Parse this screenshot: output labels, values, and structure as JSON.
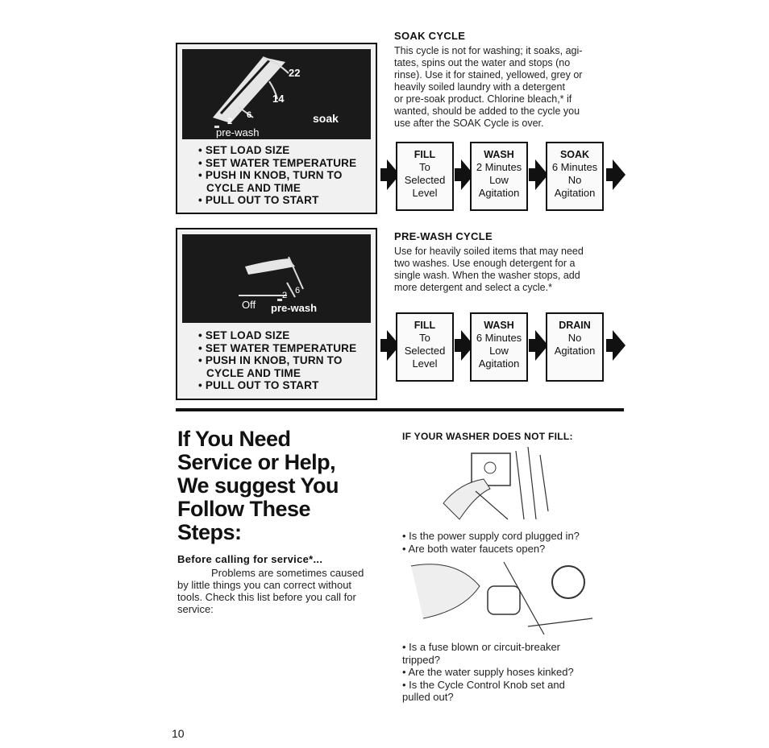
{
  "panel1": {
    "dial_numbers": [
      "22",
      "14",
      "6",
      "2"
    ],
    "dial_labels": [
      "pre-wash",
      "soak"
    ],
    "steps": [
      "• SET LOAD SIZE",
      "• SET WATER TEMPERATURE",
      "• PUSH IN KNOB, TURN TO",
      "CYCLE AND TIME",
      "• PULL OUT TO START"
    ]
  },
  "panel2": {
    "dial_numbers": [
      "6",
      "2"
    ],
    "dial_labels": [
      "Off",
      "pre-wash"
    ],
    "steps": [
      "• SET LOAD SIZE",
      "• SET WATER TEMPERATURE",
      "• PUSH IN KNOB, TURN TO",
      "CYCLE AND TIME",
      "• PULL OUT TO START"
    ]
  },
  "soak": {
    "title": "SOAK CYCLE",
    "lines": [
      "This cycle is not for washing; it soaks, agi-",
      "tates, spins out the water and stops (no",
      "rinse). Use it for stained, yellowed, grey or",
      "heavily soiled laundry with a detergent",
      "or pre-soak product. Chlorine bleach,* if",
      "wanted, should be added to the cycle you",
      "use after the SOAK Cycle is over."
    ],
    "boxes": [
      {
        "title": "FILL",
        "lines": [
          "To",
          "Selected",
          "Level"
        ]
      },
      {
        "title": "WASH",
        "lines": [
          "2 Minutes",
          "Low",
          "Agitation"
        ]
      },
      {
        "title": "SOAK",
        "lines": [
          "6 Minutes",
          "No",
          "Agitation"
        ]
      }
    ]
  },
  "prewash": {
    "title": "PRE-WASH CYCLE",
    "lines": [
      "Use for heavily soiled items that may need",
      "two washes. Use enough detergent for a",
      "single wash. When the washer stops, add",
      "more detergent and select a cycle.*"
    ],
    "boxes": [
      {
        "title": "FILL",
        "lines": [
          "To",
          "Selected",
          "Level"
        ]
      },
      {
        "title": "WASH",
        "lines": [
          "6 Minutes",
          "Low",
          "Agitation"
        ]
      },
      {
        "title": "DRAIN",
        "lines": [
          "No",
          "Agitation"
        ]
      }
    ]
  },
  "service": {
    "title_lines": [
      "If You Need",
      "Service or Help,",
      "We suggest You",
      "Follow These",
      "Steps:"
    ],
    "before_title": "Before calling for service*...",
    "before_lines": [
      "Problems are sometimes caused",
      "by little things you can correct without",
      "tools. Check this list before you call for",
      "service:"
    ]
  },
  "not_fill": {
    "title": "IF YOUR WASHER DOES NOT FILL:",
    "bullets1": [
      "• Is the power supply cord plugged in?",
      "• Are both water faucets open?"
    ],
    "bullets2": [
      "• Is a fuse blown or circuit-breaker",
      "tripped?",
      "• Are the water supply hoses kinked?",
      "• Is the Cycle Control Knob set and",
      "pulled out?"
    ]
  },
  "page_number": "10"
}
